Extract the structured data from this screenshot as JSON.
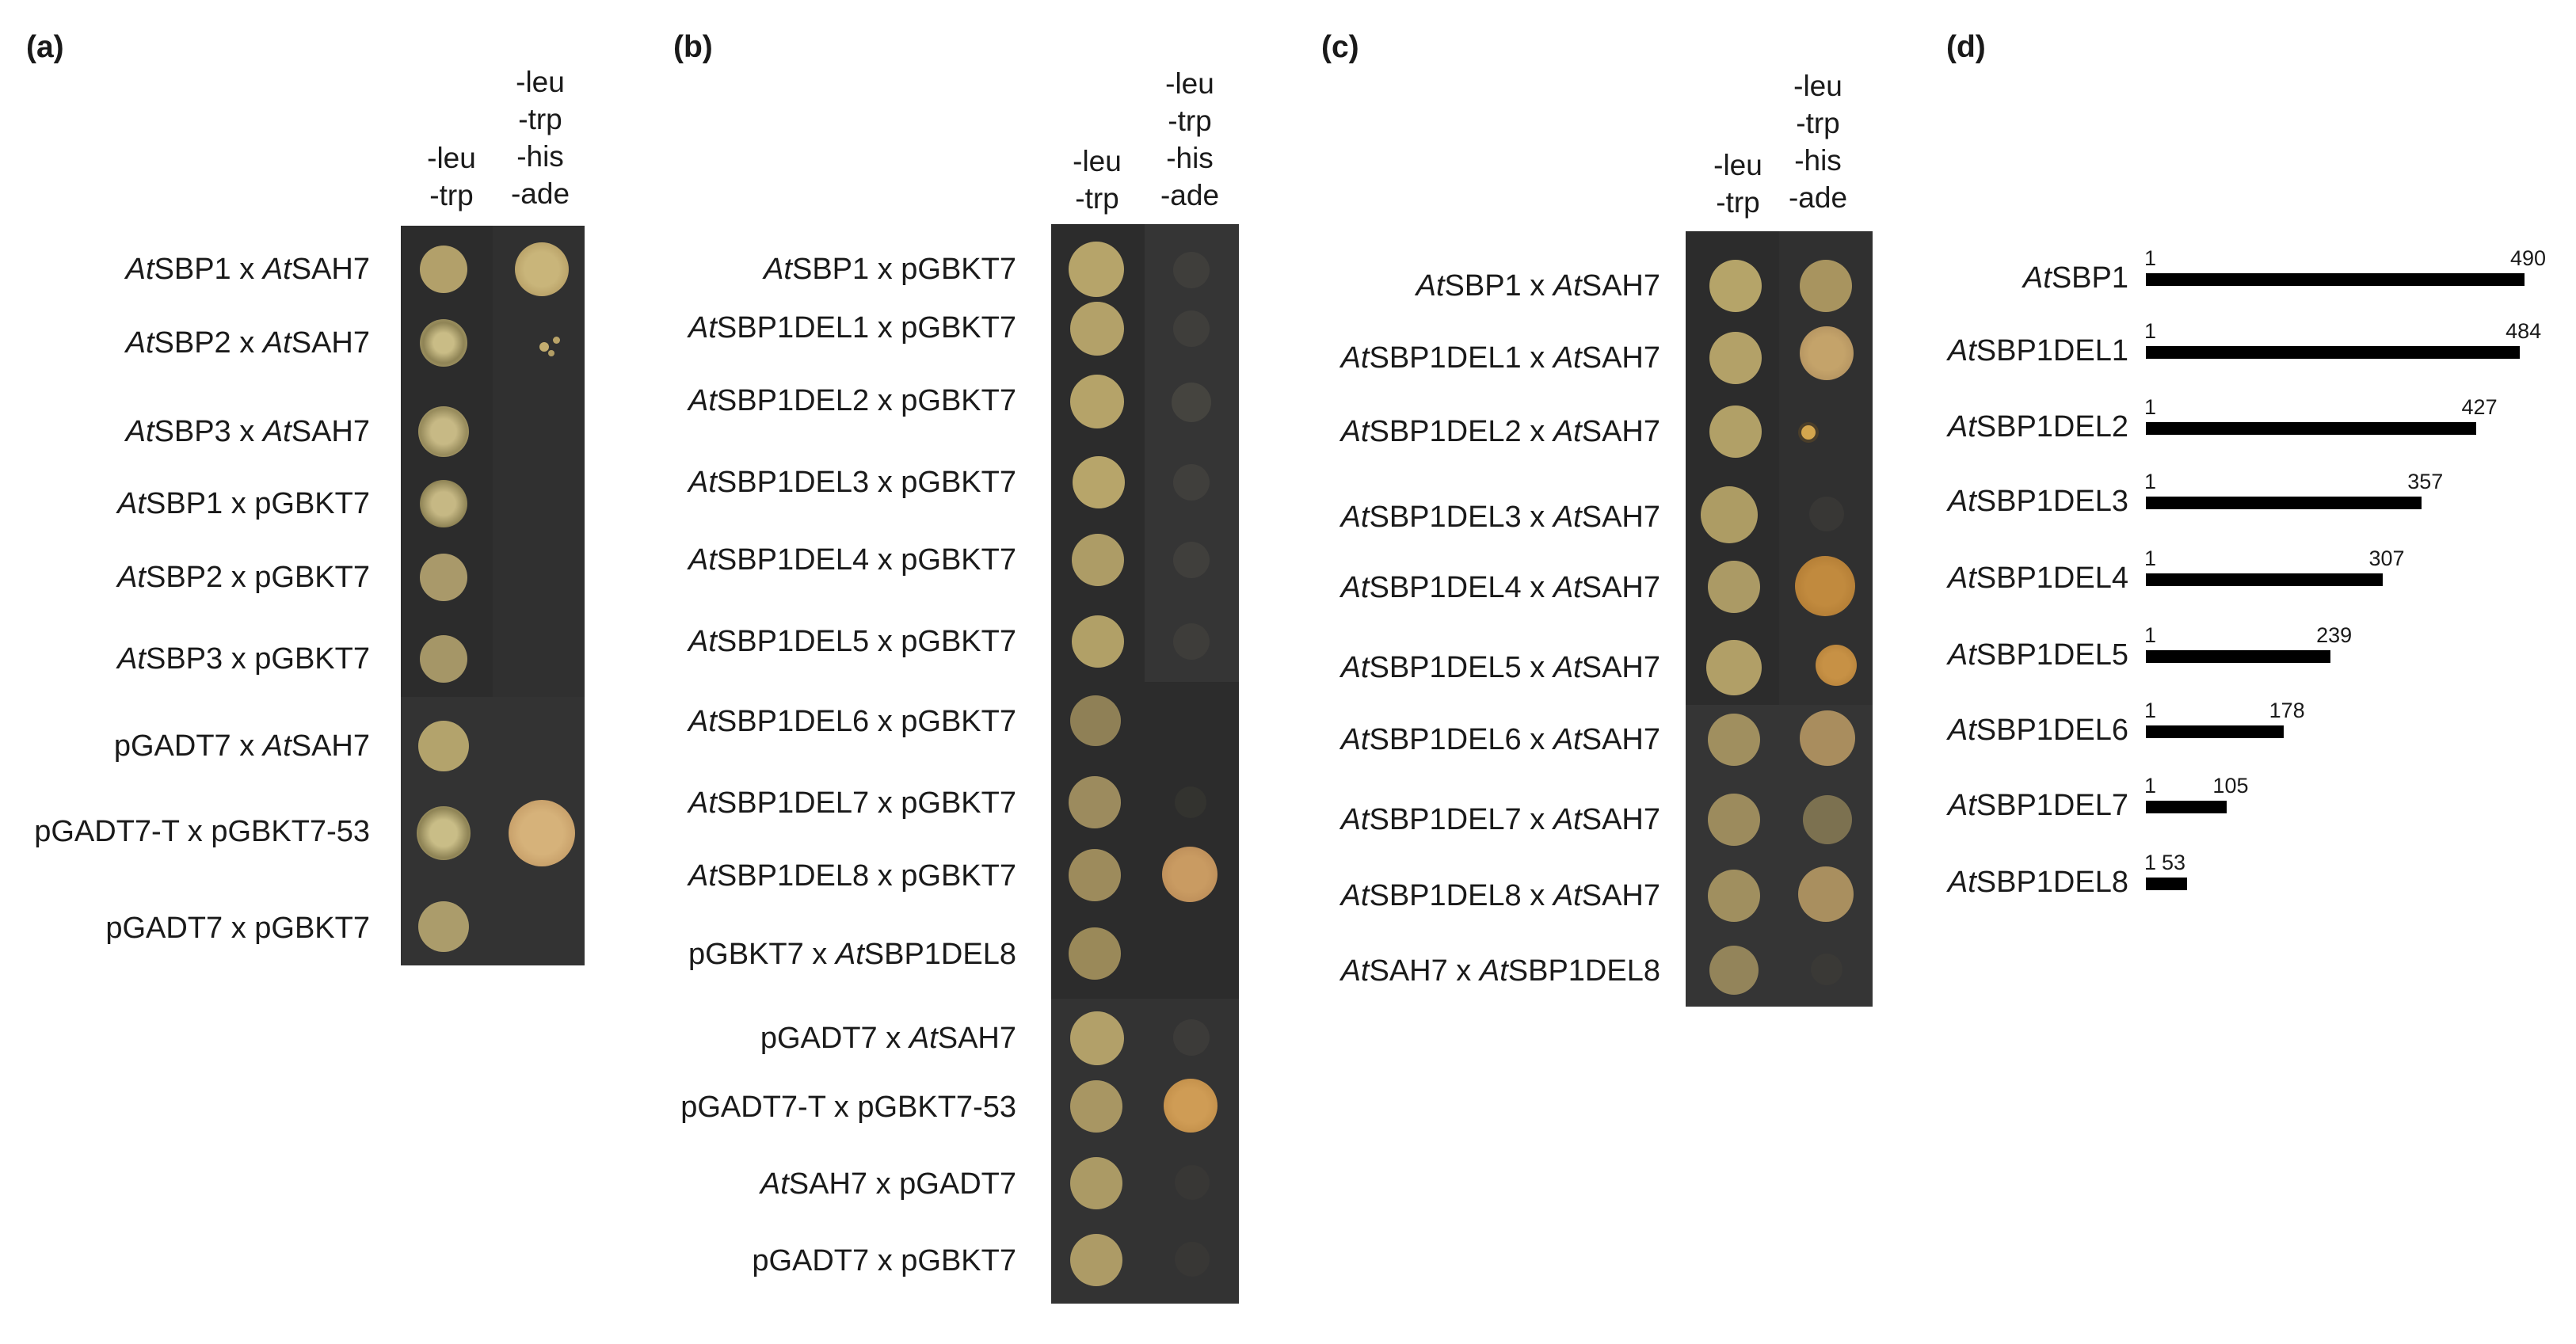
{
  "panels": {
    "a": {
      "label": "(a)",
      "media_left": [
        "-leu",
        "-trp"
      ],
      "media_right": [
        "-leu",
        "-trp",
        "-his",
        "-ade"
      ],
      "rows": [
        {
          "parts": [
            [
              "AtSBP1 x ",
              false
            ],
            [
              "At",
              true
            ],
            [
              "SAH7",
              false
            ]
          ],
          "text": "AtSBP1 x AtSAH7"
        },
        {
          "text": "AtSBP2 x AtSAH7"
        },
        {
          "text": "AtSBP3 x AtSAH7"
        },
        {
          "text": "AtSBP1 x pGBKT7"
        },
        {
          "text": "AtSBP2 x pGBKT7"
        },
        {
          "text": "AtSBP3 x pGBKT7"
        },
        {
          "text": "pGADT7 x AtSAH7"
        },
        {
          "text": "pGADT7-T x pGBKT7-53"
        },
        {
          "text": "pGADT7 x pGBKT7"
        }
      ]
    },
    "b": {
      "label": "(b)",
      "media_left": [
        "-leu",
        "-trp"
      ],
      "media_right": [
        "-leu",
        "-trp",
        "-his",
        "-ade"
      ],
      "rows": [
        {
          "text": "AtSBP1 x pGBKT7"
        },
        {
          "text": "AtSBP1DEL1 x pGBKT7"
        },
        {
          "text": "AtSBP1DEL2 x pGBKT7"
        },
        {
          "text": "AtSBP1DEL3 x pGBKT7"
        },
        {
          "text": "AtSBP1DEL4 x pGBKT7"
        },
        {
          "text": "AtSBP1DEL5 x pGBKT7"
        },
        {
          "text": "AtSBP1DEL6 x pGBKT7"
        },
        {
          "text": "AtSBP1DEL7 x pGBKT7"
        },
        {
          "text": "AtSBP1DEL8 x pGBKT7"
        },
        {
          "text": "pGBKT7 x AtSBP1DEL8"
        },
        {
          "text": "pGADT7 x AtSAH7"
        },
        {
          "text": "pGADT7-T x pGBKT7-53"
        },
        {
          "text": "AtSAH7 x pGADT7"
        },
        {
          "text": "pGADT7 x pGBKT7"
        }
      ]
    },
    "c": {
      "label": "(c)",
      "media_left": [
        "-leu",
        "-trp"
      ],
      "media_right": [
        "-leu",
        "-trp",
        "-his",
        "-ade"
      ],
      "rows": [
        {
          "text": "AtSBP1 x AtSAH7"
        },
        {
          "text": "AtSBP1DEL1 x AtSAH7"
        },
        {
          "text": "AtSBP1DEL2 x AtSAH7"
        },
        {
          "text": "AtSBP1DEL3 x AtSAH7"
        },
        {
          "text": "AtSBP1DEL4 x AtSAH7"
        },
        {
          "text": "AtSBP1DEL5 x AtSAH7"
        },
        {
          "text": "AtSBP1DEL6 x AtSAH7"
        },
        {
          "text": "AtSBP1DEL7 x AtSAH7"
        },
        {
          "text": "AtSBP1DEL8 x AtSAH7"
        },
        {
          "text": "AtSAH7 x AtSBP1DEL8"
        }
      ]
    },
    "d": {
      "label": "(d)",
      "constructs": [
        {
          "name": "AtSBP1",
          "start": "1",
          "end": "490",
          "length": 490
        },
        {
          "name": "AtSBP1DEL1",
          "start": "1",
          "end": "484",
          "length": 484
        },
        {
          "name": "AtSBP1DEL2",
          "start": "1",
          "end": "427",
          "length": 427
        },
        {
          "name": "AtSBP1DEL3",
          "start": "1",
          "end": "357",
          "length": 357
        },
        {
          "name": "AtSBP1DEL4",
          "start": "1",
          "end": "307",
          "length": 307
        },
        {
          "name": "AtSBP1DEL5",
          "start": "1",
          "end": "239",
          "length": 239
        },
        {
          "name": "AtSBP1DEL6",
          "start": "1",
          "end": "178",
          "length": 178
        },
        {
          "name": "AtSBP1DEL7",
          "start": "1",
          "end": "105",
          "length": 105
        },
        {
          "name": "AtSBP1DEL8",
          "start": "1",
          "end": "53",
          "length": 53
        }
      ]
    }
  },
  "colors": {
    "plate": "#2c2c2c",
    "plate_alt": "#353535",
    "spot": "#b6a46a",
    "spot_strong": "#b98a45",
    "bar": "#000000"
  }
}
